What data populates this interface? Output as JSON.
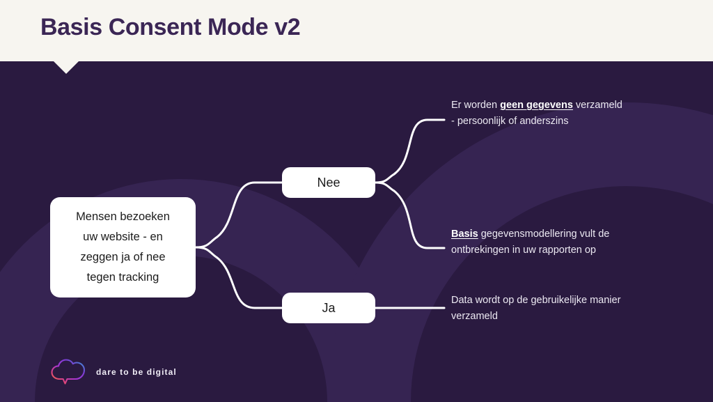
{
  "header": {
    "title": "Basis Consent Mode v2",
    "background_color": "#f7f5f0",
    "title_color": "#3b2655"
  },
  "theme": {
    "slide_background": "#2a1a40",
    "arc_color": "#362452",
    "node_background": "#ffffff",
    "node_text_color": "#1b1b1b",
    "leaf_text_color": "#ece9f2",
    "connector_color": "#ffffff"
  },
  "diagram": {
    "type": "mindmap",
    "root": {
      "label": "Mensen bezoeken uw website - en zeggen ja of nee tegen tracking",
      "lines": [
        "Mensen bezoeken",
        "uw website - en",
        "zeggen ja of nee",
        "tegen tracking"
      ]
    },
    "branches": [
      {
        "label": "Nee",
        "children": [
          {
            "id": "leaf-1",
            "text_before": "Er worden ",
            "emphasis": "geen gegevens",
            "text_after": " verzameld - persoonlijk of anderszins",
            "full_text": "Er worden geen gegevens verzameld - persoonlijk of anderszins"
          },
          {
            "id": "leaf-2",
            "text_before": "",
            "emphasis": "Basis",
            "text_after": " gegevensmodellering vult de ontbrekingen in uw rapporten op",
            "full_text": "Basis gegevensmodellering vult de ontbrekingen in uw rapporten op"
          }
        ]
      },
      {
        "label": "Ja",
        "children": [
          {
            "id": "leaf-3",
            "text_before": "Data wordt op de gebruikelijke manier verzameld",
            "emphasis": "",
            "text_after": "",
            "full_text": "Data wordt op de gebruikelijke manier verzameld"
          }
        ]
      }
    ]
  },
  "footer": {
    "logo_text": "dare to be digital",
    "logo_icon": "cloud-speech-bubble-icon",
    "gradient_stops": [
      "#f0892a",
      "#e0457b",
      "#a435d6",
      "#7b3fd4",
      "#2aa8d8"
    ]
  }
}
